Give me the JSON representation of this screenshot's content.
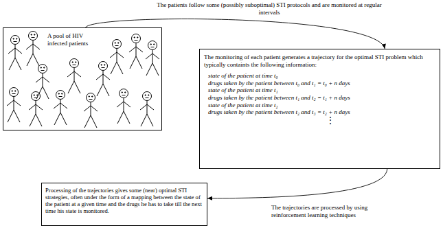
{
  "diagram": {
    "nodes": [
      {
        "text": [
          "A pool of HIV infected patients"
        ]
      },
      {
        "text": [
          "The monitoring of each patient generates a trajectory for the optimal STI problem which typically containts the following information:",
          "state of the patient at time t₀",
          "drugs taken by the patient between t₀ and t₁ = t₀ + n days",
          "state of the patient at time t₁",
          "drugs taken by the patient between t₁ and t₂ = t₁ + n days",
          "state of the patient at time t₂",
          "drugs taken by the patient between t₂ and t₃ = t₂ + n days",
          "⋮"
        ]
      },
      {
        "text": [
          "Processing of the trajectories gives some (near) optimal STI strategies, often under the form of a mapping between the state of the patient at a given time and the drugs he has to take till the next time his state is monitored."
        ]
      }
    ],
    "edges": [
      {
        "from": 0,
        "to": 1,
        "arrow": "to",
        "label": "The patients follow some (possibly suboptimal) STI protocols and are monitored at regular intervals"
      },
      {
        "from": 1,
        "to": 2,
        "arrow": "to",
        "label": "The trajectories are processed by using reinforcement learning techniques"
      }
    ]
  }
}
